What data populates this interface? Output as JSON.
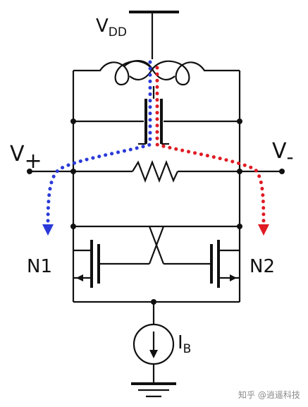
{
  "labels": {
    "vdd_main": "V",
    "vdd_sub": "DD",
    "vplus_main": "V",
    "vplus_sign": "+",
    "vminus_main": "V",
    "vminus_sign": "-",
    "n1": "N1",
    "n2": "N2",
    "ib_main": "I",
    "ib_sub": "B"
  },
  "watermark": "知乎 @逍遥科技",
  "colors": {
    "wire": "#111111",
    "path_left": "#2a3ad8",
    "path_right": "#e01b24",
    "vplus_label": "#e01b24",
    "vminus_label": "#2a3ad8",
    "watermark": "#8a8a8a"
  }
}
